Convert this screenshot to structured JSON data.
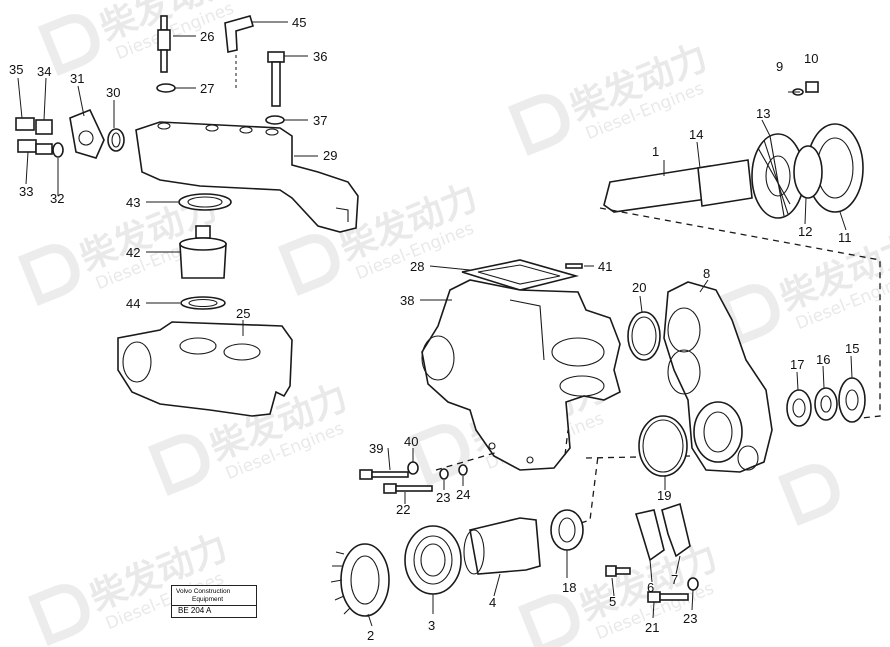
{
  "watermark": {
    "brand_cn": "柴发动力",
    "brand_en": "Diesel-Engines"
  },
  "title_block": {
    "manufacturer": "Volvo Construction",
    "department": "Equipment",
    "drawing_code": "BE 204 A"
  },
  "callouts": {
    "c1": "1",
    "c2": "2",
    "c3": "3",
    "c4": "4",
    "c5": "5",
    "c6": "6",
    "c7": "7",
    "c8": "8",
    "c9": "9",
    "c10": "10",
    "c11": "11",
    "c12": "12",
    "c13": "13",
    "c14": "14",
    "c15": "15",
    "c16": "16",
    "c17": "17",
    "c18": "18",
    "c19": "19",
    "c20": "20",
    "c21": "21",
    "c22": "22",
    "c23a": "23",
    "c23b": "23",
    "c24": "24",
    "c25": "25",
    "c26": "26",
    "c27": "27",
    "c28": "28",
    "c29": "29",
    "c30": "30",
    "c31": "31",
    "c32": "32",
    "c33": "33",
    "c34": "34",
    "c35": "35",
    "c36": "36",
    "c37": "37",
    "c38": "38",
    "c39": "39",
    "c40": "40",
    "c41": "41",
    "c42": "42",
    "c43": "43",
    "c44": "44",
    "c45": "45"
  }
}
